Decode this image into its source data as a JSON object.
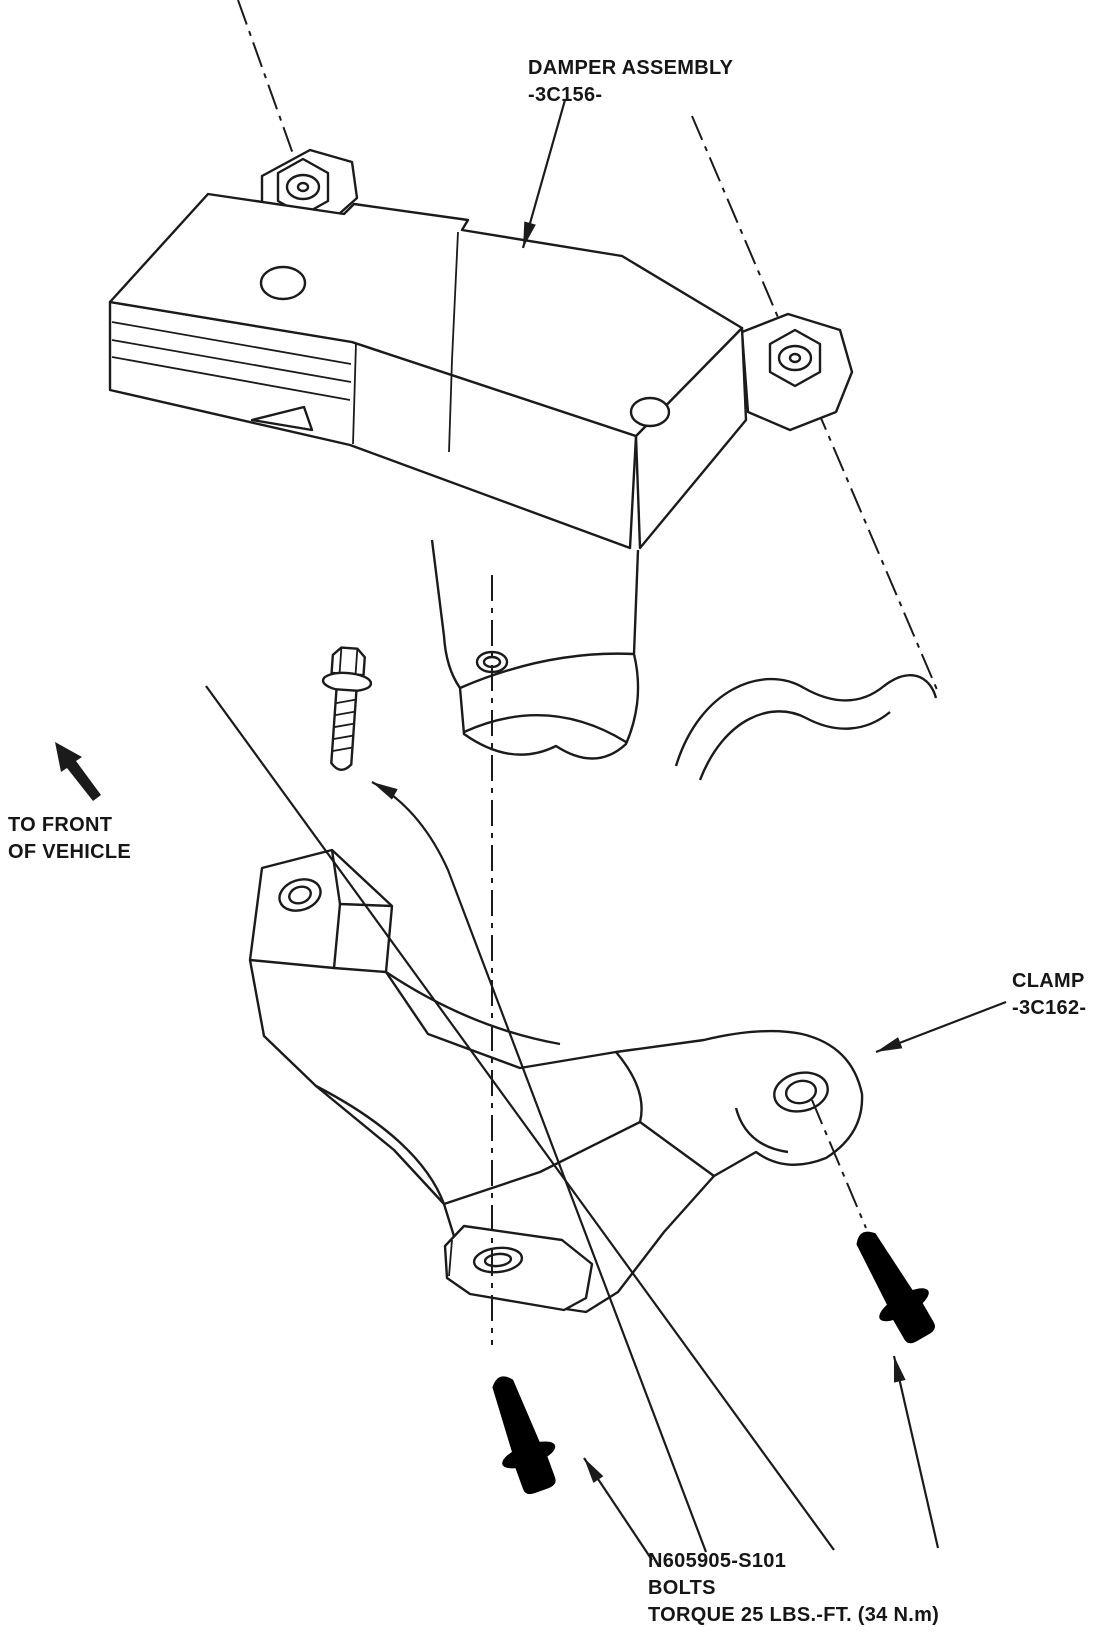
{
  "colors": {
    "ink": "#1b1b1b",
    "background": "#ffffff"
  },
  "labels": {
    "damper_assembly": {
      "line1": "DAMPER ASSEMBLY",
      "line2": "-3C156-"
    },
    "to_front": {
      "line1": "TO FRONT",
      "line2": "OF VEHICLE"
    },
    "clamp": {
      "line1": "CLAMP",
      "line2": "-3C162-"
    },
    "bolts": {
      "line1": "N605905-S101",
      "line2": "BOLTS",
      "line3": "TORQUE 25 LBS.-FT. (34 N.m)"
    }
  }
}
